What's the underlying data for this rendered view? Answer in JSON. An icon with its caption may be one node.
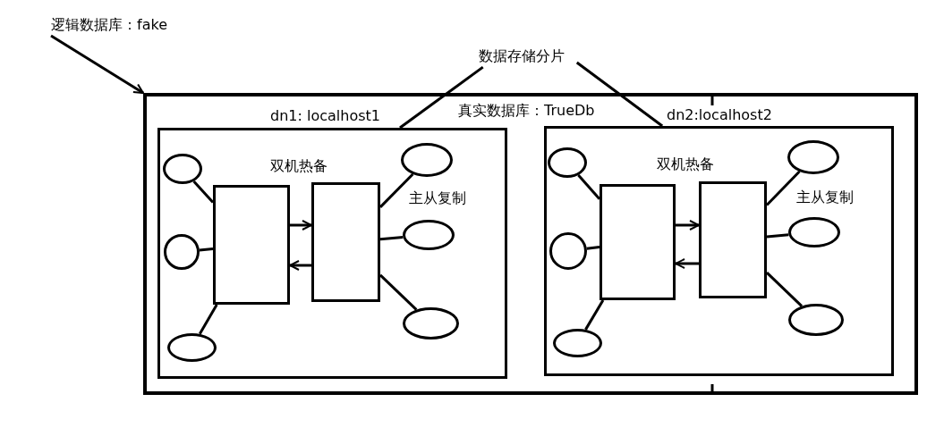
{
  "diagram": {
    "nodes": [
      {
        "text": [
          "逻辑数据库：fake"
        ]
      },
      {
        "text": [
          "数据存储分片"
        ]
      },
      {
        "text": [
          "真实数据库：TrueDb"
        ]
      },
      {
        "text": [
          "dn1: localhost1",
          "双机热备",
          "主从复制"
        ],
        "in": 2
      },
      {
        "text": [
          "dn2:localhost2",
          "双机热备",
          "主从复制"
        ],
        "in": 2
      },
      {
        "text": [],
        "shape": "ellipse",
        "in": 3
      },
      {
        "text": [],
        "shape": "ellipse",
        "in": 3
      },
      {
        "text": [],
        "shape": "ellipse",
        "in": 3
      },
      {
        "text": [],
        "shape": "box",
        "in": 3
      },
      {
        "text": [],
        "shape": "box",
        "in": 3
      },
      {
        "text": [],
        "shape": "ellipse",
        "in": 3
      },
      {
        "text": [],
        "shape": "ellipse",
        "in": 3
      },
      {
        "text": [],
        "shape": "ellipse",
        "in": 3
      },
      {
        "text": [],
        "shape": "ellipse",
        "in": 4
      },
      {
        "text": [],
        "shape": "ellipse",
        "in": 4
      },
      {
        "text": [],
        "shape": "ellipse",
        "in": 4
      },
      {
        "text": [],
        "shape": "box",
        "in": 4
      },
      {
        "text": [],
        "shape": "box",
        "in": 4
      },
      {
        "text": [],
        "shape": "ellipse",
        "in": 4
      },
      {
        "text": [],
        "shape": "ellipse",
        "in": 4
      },
      {
        "text": [],
        "shape": "ellipse",
        "in": 4
      }
    ],
    "edges": [
      {
        "from": 0,
        "to": 2,
        "arrow": "to"
      },
      {
        "from": 1,
        "to": 3,
        "arrow": "none"
      },
      {
        "from": 1,
        "to": 4,
        "arrow": "none"
      },
      {
        "from": 5,
        "to": 8,
        "arrow": "none"
      },
      {
        "from": 6,
        "to": 8,
        "arrow": "none"
      },
      {
        "from": 7,
        "to": 8,
        "arrow": "none"
      },
      {
        "from": 8,
        "to": 9,
        "arrow": "to"
      },
      {
        "from": 9,
        "to": 8,
        "arrow": "to"
      },
      {
        "from": 10,
        "to": 9,
        "arrow": "none"
      },
      {
        "from": 11,
        "to": 9,
        "arrow": "none"
      },
      {
        "from": 12,
        "to": 9,
        "arrow": "none"
      },
      {
        "from": 13,
        "to": 16,
        "arrow": "none"
      },
      {
        "from": 14,
        "to": 16,
        "arrow": "none"
      },
      {
        "from": 15,
        "to": 16,
        "arrow": "none"
      },
      {
        "from": 16,
        "to": 17,
        "arrow": "to"
      },
      {
        "from": 17,
        "to": 16,
        "arrow": "to"
      },
      {
        "from": 18,
        "to": 17,
        "arrow": "none"
      },
      {
        "from": 19,
        "to": 17,
        "arrow": "none"
      },
      {
        "from": 20,
        "to": 17,
        "arrow": "none"
      }
    ]
  }
}
